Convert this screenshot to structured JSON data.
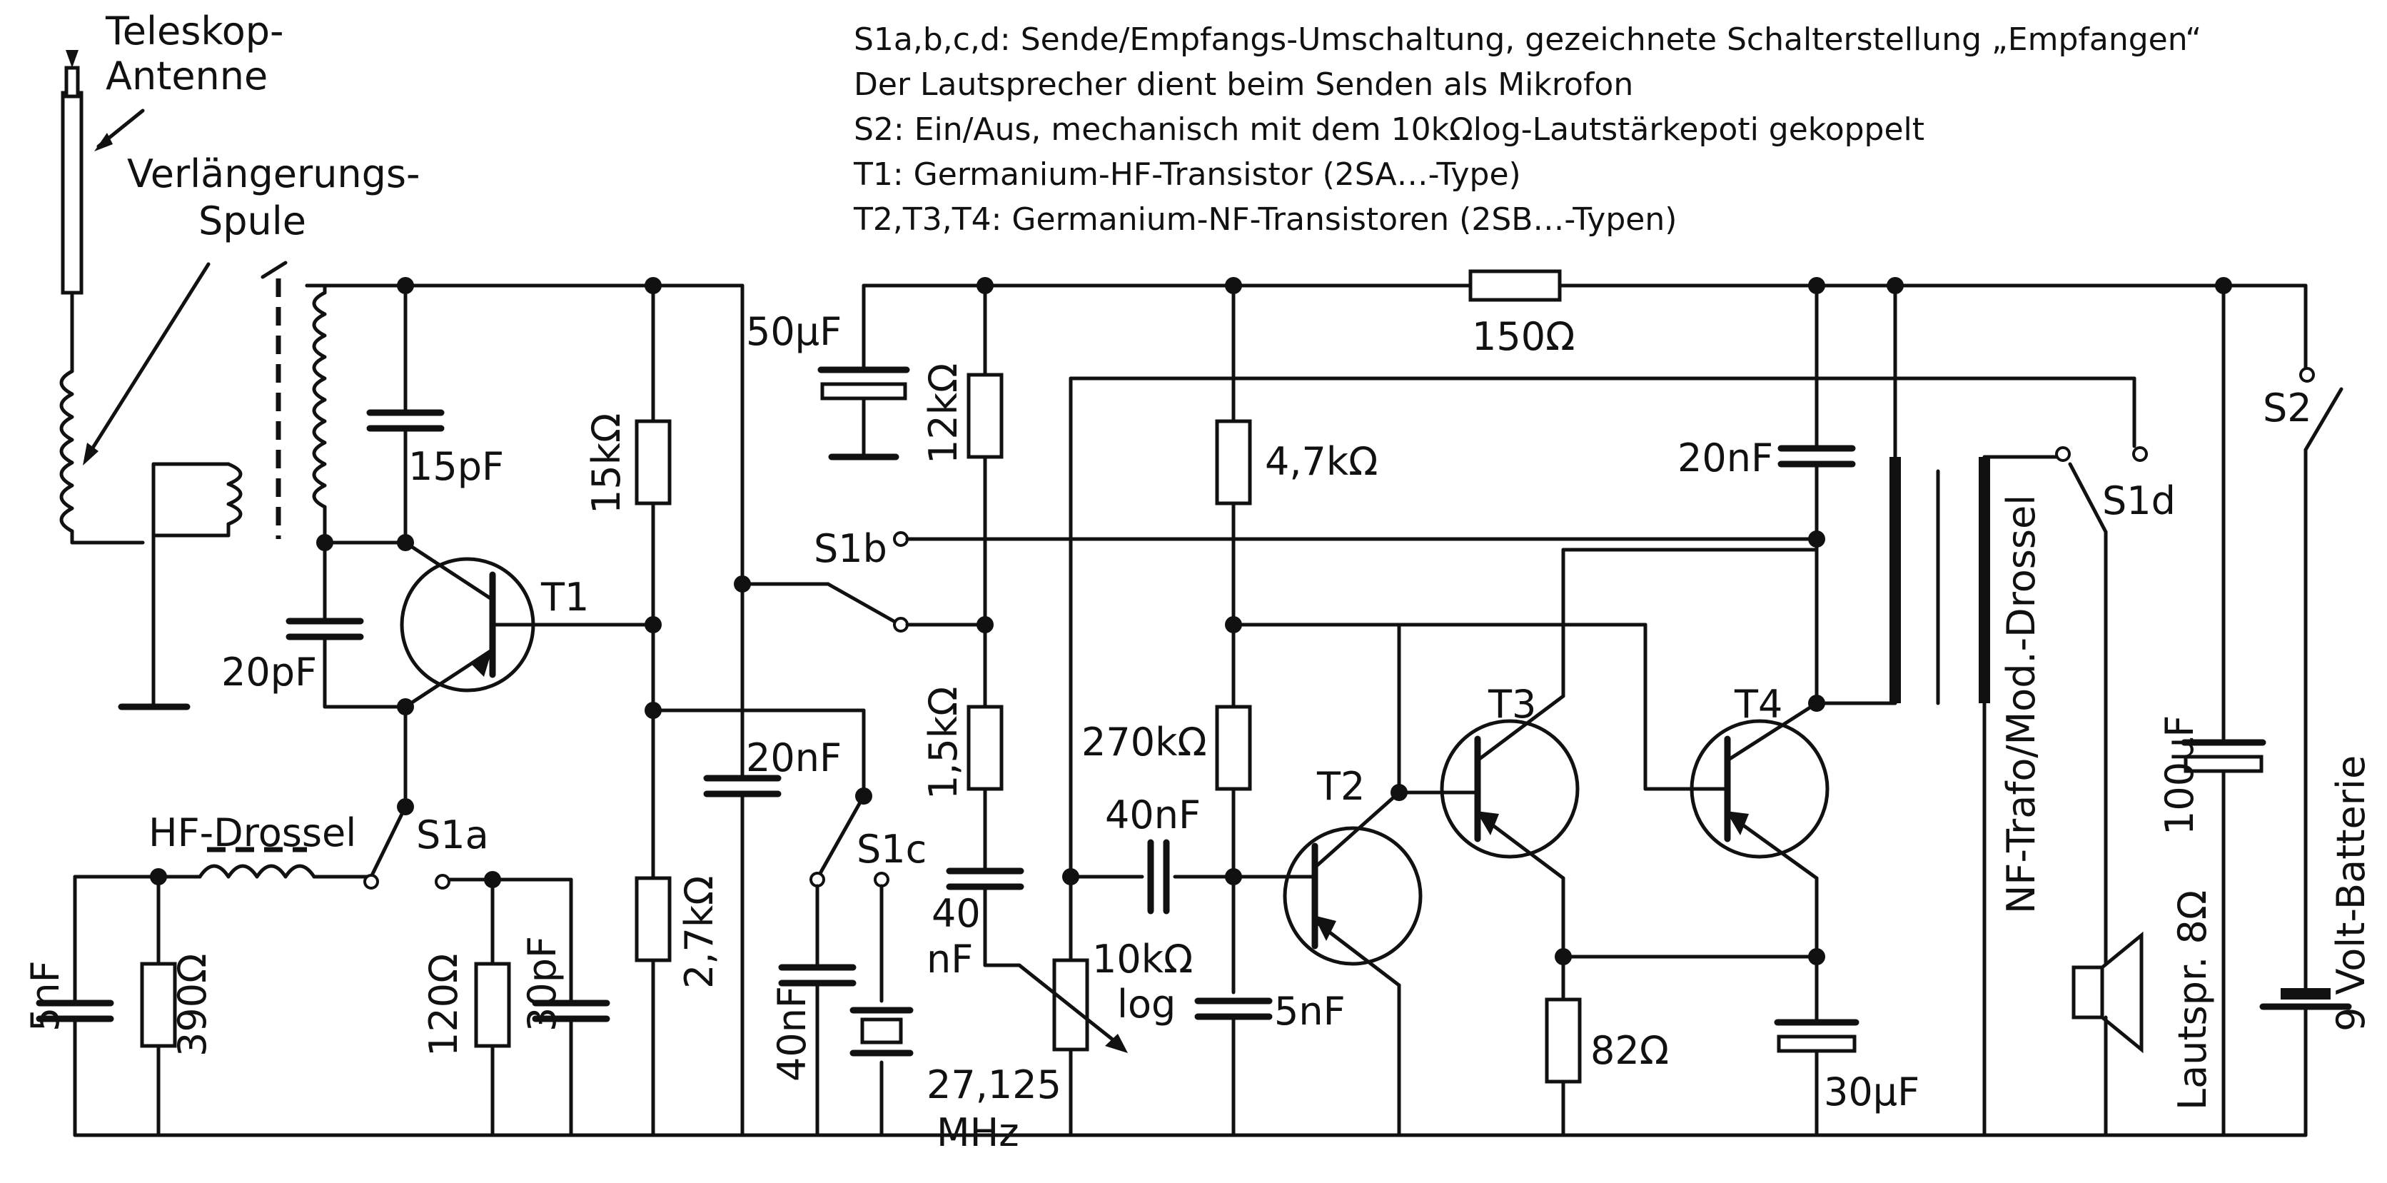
{
  "notes": [
    "S1a,b,c,d: Sende/Empfangs-Umschaltung, gezeichnete Schalterstellung „Empfangen“",
    "Der Lautsprecher dient beim Senden als Mikrofon",
    "S2: Ein/Aus, mechanisch mit dem 10kΩlog-Lautstärkepoti gekoppelt",
    "T1: Germanium-HF-Transistor (2SA…-Type)",
    "T2,T3,T4: Germanium-NF-Transistoren (2SB…-Typen)"
  ],
  "labels": {
    "antenna_1": "Teleskop-",
    "antenna_2": "Antenne",
    "coil_1": "Verlängerungs-",
    "coil_2": "Spule",
    "hf_choke": "HF-Drossel",
    "transformer": "NF-Trafo/Mod.-Drossel",
    "speaker": "Lautspr. 8Ω",
    "battery": "9 Volt-Batterie",
    "crystal_1": "27,125",
    "crystal_2": "MHz",
    "pot_1": "10kΩ",
    "pot_2": "log",
    "c40_1": "40",
    "c40_2": "nF"
  },
  "components": {
    "T1": "T1",
    "T2": "T2",
    "T3": "T3",
    "T4": "T4",
    "S1a": "S1a",
    "S1b": "S1b",
    "S1c": "S1c",
    "S1d": "S1d",
    "S2": "S2",
    "C_15pF": "15pF",
    "C_20pF": "20pF",
    "R_15k": "15kΩ",
    "R_2k7": "2,7kΩ",
    "C_20nF_a": "20nF",
    "C_50uF": "50µF",
    "R_12k": "12kΩ",
    "R_1k5": "1,5kΩ",
    "C_5nF_a": "5nF",
    "R_390": "390Ω",
    "R_120": "120Ω",
    "C_30pF": "30pF",
    "C_40nF_a": "40nF",
    "R_4k7": "4,7kΩ",
    "R_270k": "270kΩ",
    "C_40nF_b": "40nF",
    "C_5nF_b": "5nF",
    "R_150": "150Ω",
    "C_20nF_b": "20nF",
    "R_82": "82Ω",
    "C_30uF": "30µF",
    "C_100uF": "100µF"
  },
  "colors": {
    "ink": "#111111",
    "paper": "#ffffff"
  }
}
